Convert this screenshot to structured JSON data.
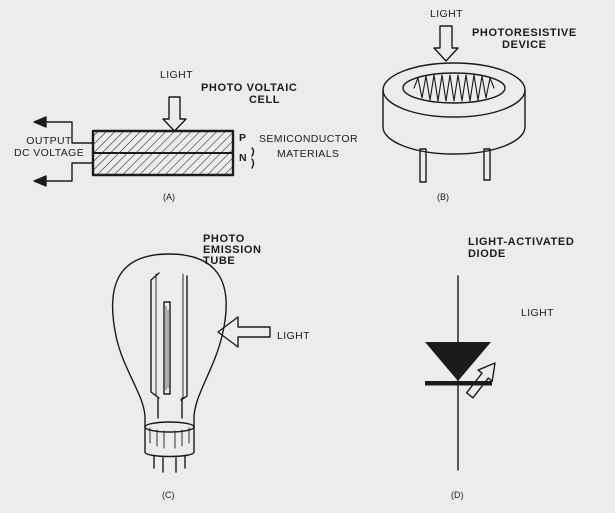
{
  "panels": {
    "a": {
      "light": "LIGHT",
      "title": [
        "PHOTO VOLTAIC",
        "CELL"
      ],
      "output": [
        "OUTPUT",
        "DC VOLTAGE"
      ],
      "p": "P",
      "n": "N",
      "materials": [
        "SEMICONDUCTOR",
        "MATERIALS"
      ],
      "caption": "(A)"
    },
    "b": {
      "light": "LIGHT",
      "title": [
        "PHOTORESISTIVE",
        "DEVICE"
      ],
      "caption": "(B)"
    },
    "c": {
      "title": [
        "PHOTO",
        "EMISSION",
        "TUBE"
      ],
      "light": "LIGHT",
      "caption": "(C)"
    },
    "d": {
      "title": [
        "LIGHT-ACTIVATED",
        "DIODE"
      ],
      "light": "LIGHT",
      "caption": "(D)"
    }
  },
  "colors": {
    "ink": "#1b1b1b",
    "paper": "#ececea"
  }
}
